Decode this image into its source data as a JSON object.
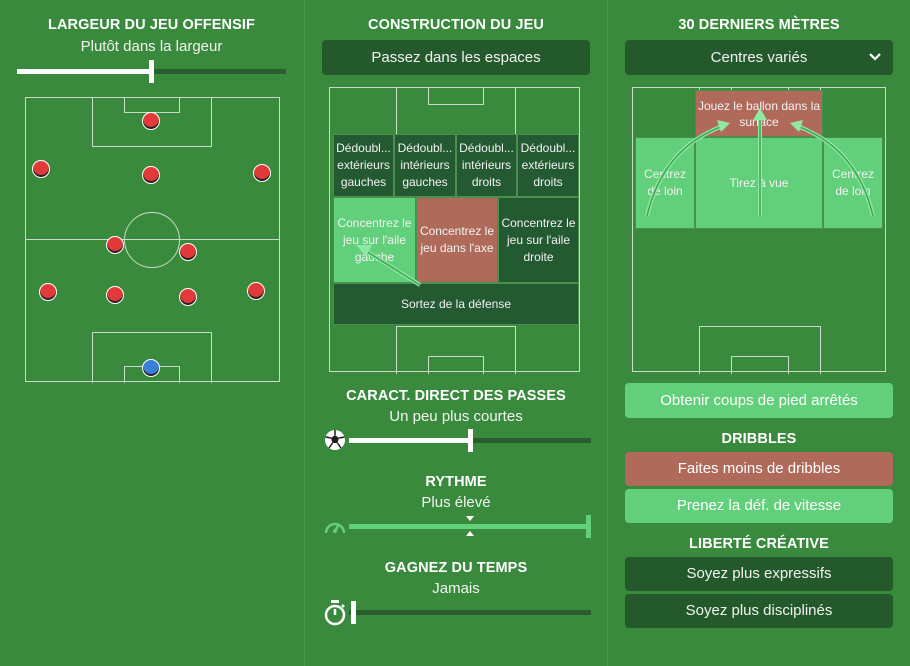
{
  "width_panel": {
    "title": "LARGEUR DU JEU OFFENSIF",
    "value": "Plutôt dans la largeur",
    "slider_level": 0.5
  },
  "build_panel": {
    "title": "CONSTRUCTION DU JEU",
    "selected": "Passez dans les espaces",
    "zones": {
      "z1": "Dédoubl... extérieurs gauches",
      "z2": "Dédoubl... intérieurs gauches",
      "z3": "Dédoubl... intérieurs droits",
      "z4": "Dédoubl... extérieurs droits",
      "z5": "Concentrez le jeu sur l'aile gauche",
      "z6": "Concentrez le jeu dans l'axe",
      "z7": "Concentrez le jeu sur l'aile droite",
      "z8": "Sortez de la défense"
    }
  },
  "final_panel": {
    "title": "30 DERNIERS MÈTRES",
    "dropdown_value": "Centres variés",
    "zones": {
      "top": "Jouez le ballon dans la surface",
      "left": "Centrez de loin",
      "center": "Tirez à vue",
      "right": "Centrez de loin"
    },
    "set_pieces_button": "Obtenir coups de pied arrêtés"
  },
  "passing": {
    "title": "CARACT. DIRECT DES PASSES",
    "value": "Un peu plus courtes",
    "slider_level": 0.5
  },
  "tempo": {
    "title": "RYTHME",
    "value": "Plus élevé",
    "slider_level": 1.0
  },
  "time_wasting": {
    "title": "GAGNEZ DU TEMPS",
    "value": "Jamais",
    "slider_level": 0.0
  },
  "dribbling": {
    "title": "DRIBBLES",
    "option_less": "Faites moins de dribbles",
    "option_speed": "Prenez la déf. de vitesse"
  },
  "creative": {
    "title": "LIBERTÉ CRÉATIVE",
    "option_expressive": "Soyez plus expressifs",
    "option_disciplined": "Soyez plus disciplinés"
  },
  "colors": {
    "background": "#3a8a3e",
    "dark_button": "#245a2b",
    "light_green": "#62d07a",
    "red_option": "#b06a5a",
    "player": "#e23a3a",
    "goalkeeper": "#3a7fd8"
  }
}
